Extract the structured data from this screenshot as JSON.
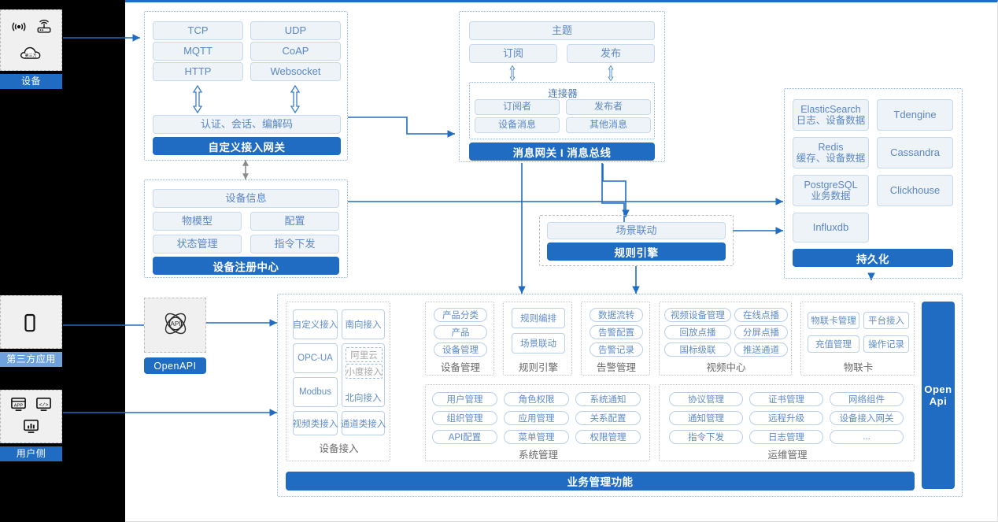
{
  "meta": {
    "title": "IoT 平台架构图"
  },
  "rail": {
    "actors": [
      {
        "name": "device",
        "label": "设备",
        "label_style": "solid",
        "icons": [
          "wifi-signal-icon",
          "router-icon",
          "cloud-icon"
        ]
      },
      {
        "name": "third-party-app",
        "label": "第三方应用",
        "label_style": "soft",
        "icons": [
          "mobile-phone-icon"
        ]
      },
      {
        "name": "user-side",
        "label": "用户侧",
        "label_style": "solid",
        "icons": [
          "app-window-icon",
          "code-window-icon",
          "chart-window-icon"
        ]
      }
    ]
  },
  "access_gateway": {
    "name": "自定义接入网关",
    "protocols_left": [
      "TCP",
      "MQTT",
      "HTTP"
    ],
    "protocols_right": [
      "UDP",
      "CoAP",
      "Websocket"
    ],
    "middle": "认证、会话、编解码",
    "footer": "自定义接入网关"
  },
  "message_bus": {
    "topic": "主题",
    "subscribe": "订阅",
    "publish": "发布",
    "connector_title": "连接器",
    "connector_items": [
      "订阅者",
      "发布者",
      "设备消息",
      "其他消息"
    ],
    "footer": "消息网关 I 消息总线"
  },
  "device_registry": {
    "header": "设备信息",
    "items": [
      "物模型",
      "配置",
      "状态管理",
      "指令下发"
    ],
    "footer": "设备注册中心"
  },
  "rule_engine": {
    "item": "场景联动",
    "footer": "规则引擎"
  },
  "persistence": {
    "left": [
      {
        "title": "ElasticSearch",
        "sub": "日志、设备数据"
      },
      {
        "title": "Redis",
        "sub": "缓存、设备数据"
      },
      {
        "title": "PostgreSQL",
        "sub": "业务数据"
      },
      {
        "title": "Influxdb",
        "sub": ""
      }
    ],
    "right": [
      "Tdengine",
      "Cassandra",
      "Clickhouse"
    ],
    "footer": "持久化"
  },
  "openapi": {
    "icon": "api-atom-icon",
    "label": "OpenAPI",
    "side_bar_line1": "Open",
    "side_bar_line2": "Api"
  },
  "business": {
    "footer": "业务管理功能",
    "device_access": {
      "caption": "设备接入",
      "items": [
        "自定义接入",
        "南向接入",
        "OPC-UA",
        "Modbus",
        "视频类接入",
        "通道类接入"
      ],
      "north_group": {
        "label": "北向接入",
        "sub_items": [
          "阿里云",
          "小度接入"
        ]
      }
    },
    "columns": [
      {
        "caption": "设备管理",
        "items": [
          "产品分类",
          "产品",
          "设备管理"
        ]
      },
      {
        "caption": "规则引擎",
        "items": [
          "规则编排",
          "场景联动"
        ]
      },
      {
        "caption": "告警管理",
        "items": [
          "数据流转",
          "告警配置",
          "告警记录"
        ]
      },
      {
        "caption": "视频中心",
        "items": [
          "视频设备管理",
          "在线点播",
          "回放点播",
          "分屏点播",
          "国标级联",
          "推送通道"
        ]
      },
      {
        "caption": "物联卡",
        "items": [
          "物联卡管理",
          "平台接入",
          "充值管理",
          "操作记录"
        ]
      },
      {
        "caption": "系统管理",
        "items": [
          "用户管理",
          "角色权限",
          "系统通知",
          "组织管理",
          "应用管理",
          "关系配置",
          "API配置",
          "菜单管理",
          "权限管理"
        ]
      },
      {
        "caption": "运维管理",
        "items": [
          "协议管理",
          "证书管理",
          "网络组件",
          "通知管理",
          "远程升级",
          "设备接入网关",
          "指令下发",
          "日志管理",
          "..."
        ]
      }
    ]
  },
  "colors": {
    "accent": "#1f6cc2",
    "accent_soft": "#6fa2dc",
    "chip_bg": "#eef3f8",
    "chip_border": "#c6d9ef",
    "chip_text": "#5b87c4",
    "dashed_border": "#7aa9dd",
    "rail_bg": "#000000"
  }
}
